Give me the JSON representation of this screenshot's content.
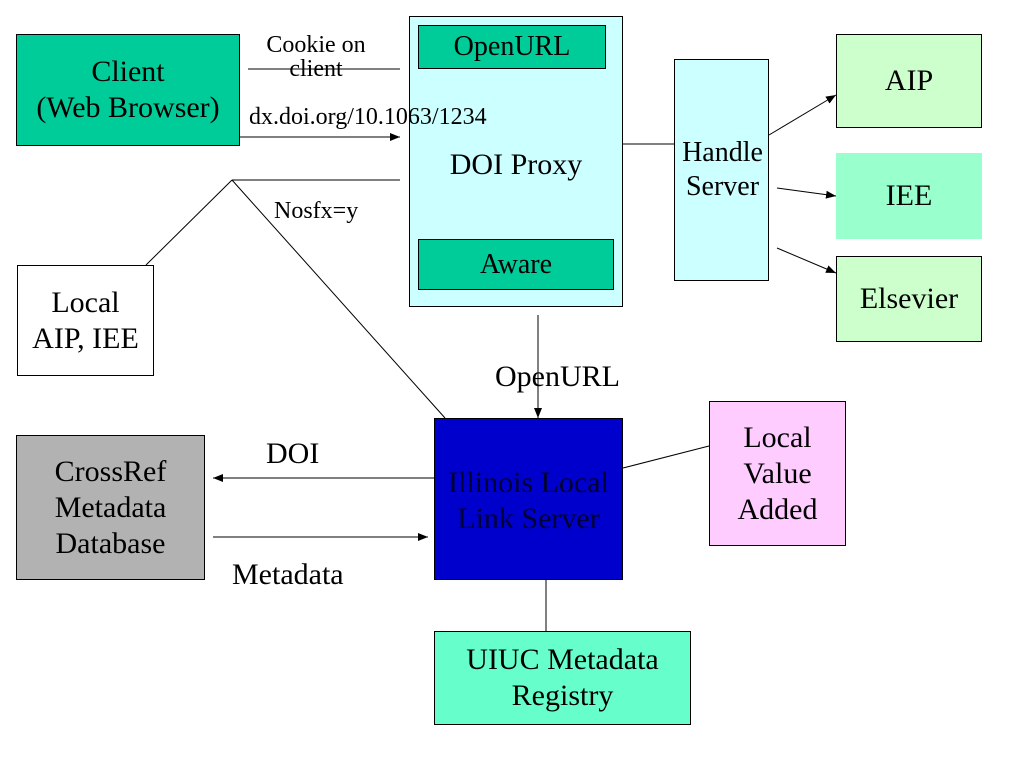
{
  "colors": {
    "client": "#00cc99",
    "proxy": "#ccffff",
    "proxy_inner": "#00cc99",
    "handle": "#ccffff",
    "aip": "#ccffcc",
    "iee": "#99ffcc",
    "elsevier": "#ccffcc",
    "local": "#ffffff",
    "crossref": "#b2b2b2",
    "illinois": "#0000cc",
    "value_added": "#ffccff",
    "uiuc": "#66ffcc"
  },
  "nodes": {
    "client": "Client\n(Web Browser)",
    "openurl_box": "OpenURL",
    "doi_proxy": "DOI Proxy",
    "aware_box": "Aware",
    "handle_server": "Handle\nServer",
    "aip": "AIP",
    "iee": "IEE",
    "elsevier": "Elsevier",
    "local_aip_iee": "Local\nAIP, IEE",
    "crossref": "CrossRef\nMetadata\nDatabase",
    "illinois": "Illinois Local\nLink Server",
    "local_value_added": "Local\nValue\nAdded",
    "uiuc_registry": "UIUC Metadata\nRegistry"
  },
  "edge_labels": {
    "cookie": "Cookie on\nclient",
    "doi_url": "dx.doi.org/10.1063/1234",
    "nosfx": "Nosfx=y",
    "openurl": "OpenURL",
    "doi": "DOI",
    "metadata": "Metadata"
  }
}
